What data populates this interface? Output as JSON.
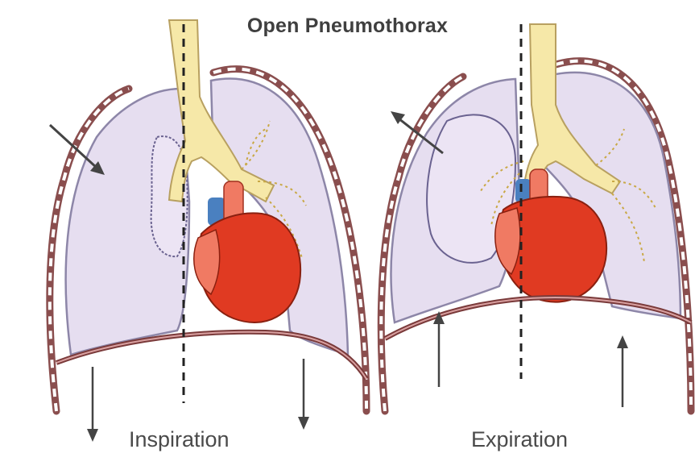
{
  "diagram": {
    "title": "Open Pneumothorax",
    "panels": [
      {
        "caption": "Inspiration"
      },
      {
        "caption": "Expiration"
      }
    ]
  },
  "colors": {
    "lung_fill": "#e6def0",
    "lung_outline": "#8d86a8",
    "trachea": "#f6e8a8",
    "bronchi_dots": "#c9a845",
    "heart_main": "#e03a22",
    "heart_light": "#f07a63",
    "vessel_blue": "#4a80c0",
    "chest_wall": "#8a4e4e",
    "diaphragm": "#7a3a3a",
    "arrow": "#444444"
  }
}
